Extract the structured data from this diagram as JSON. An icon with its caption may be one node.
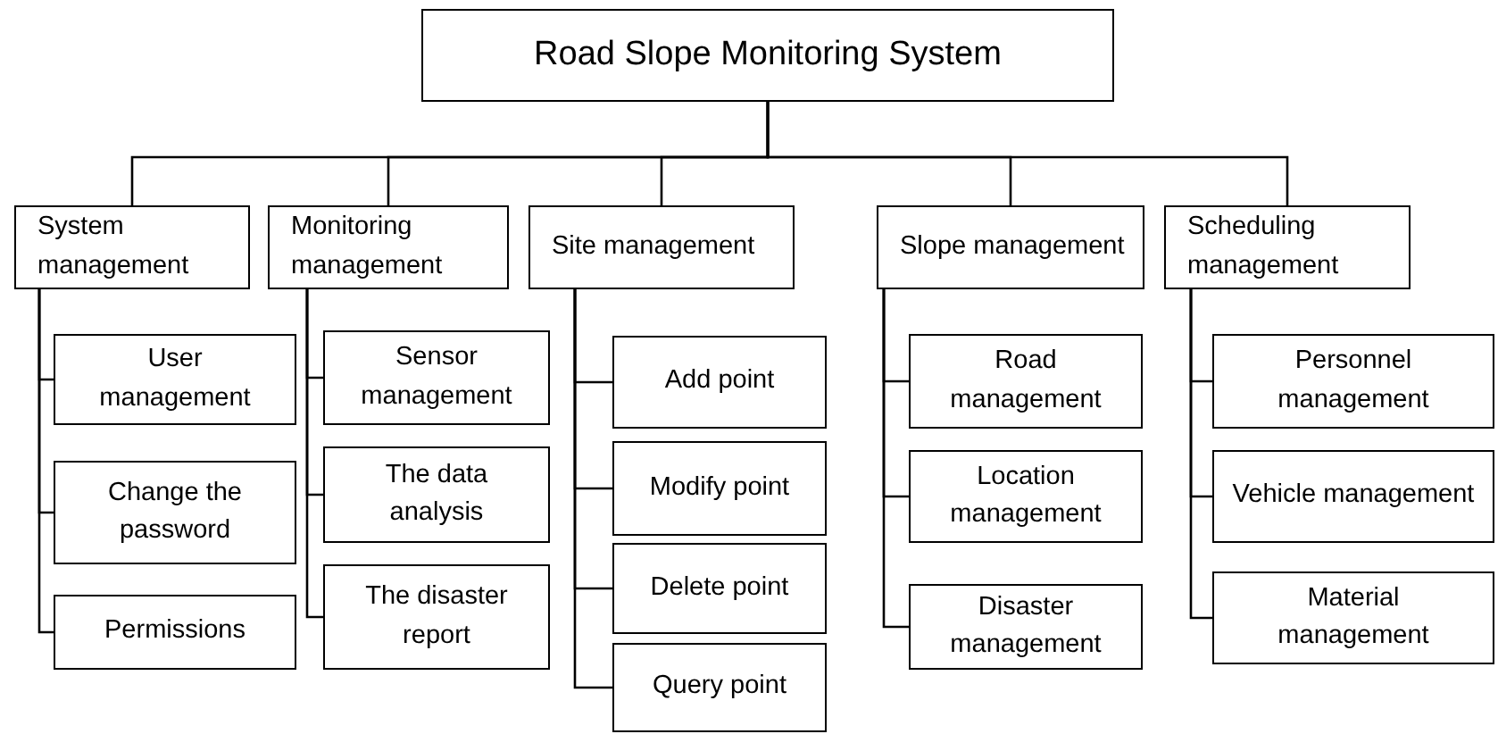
{
  "diagram": {
    "nodes": [
      {
        "text": [
          "Road Slope Monitoring System"
        ]
      },
      {
        "text": [
          "System management"
        ]
      },
      {
        "text": [
          "User management"
        ]
      },
      {
        "text": [
          "Change the password"
        ]
      },
      {
        "text": [
          "Permissions"
        ]
      },
      {
        "text": [
          "Monitoring management"
        ]
      },
      {
        "text": [
          "Sensor management"
        ]
      },
      {
        "text": [
          "The data analysis"
        ]
      },
      {
        "text": [
          "The disaster report"
        ]
      },
      {
        "text": [
          "Site management"
        ]
      },
      {
        "text": [
          "Add point"
        ]
      },
      {
        "text": [
          "Modify point"
        ]
      },
      {
        "text": [
          "Delete point"
        ]
      },
      {
        "text": [
          "Query point"
        ]
      },
      {
        "text": [
          "Slope management"
        ]
      },
      {
        "text": [
          "Road management"
        ]
      },
      {
        "text": [
          "Location management"
        ]
      },
      {
        "text": [
          "Disaster management"
        ]
      },
      {
        "text": [
          "Scheduling management"
        ]
      },
      {
        "text": [
          "Personnel management"
        ]
      },
      {
        "text": [
          "Vehicle management"
        ]
      },
      {
        "text": [
          "Material management"
        ]
      }
    ],
    "edges": [
      {
        "from": 0,
        "to": 1,
        "arrow": "none"
      },
      {
        "from": 0,
        "to": 5,
        "arrow": "none"
      },
      {
        "from": 0,
        "to": 9,
        "arrow": "none"
      },
      {
        "from": 0,
        "to": 14,
        "arrow": "none"
      },
      {
        "from": 0,
        "to": 18,
        "arrow": "none"
      },
      {
        "from": 1,
        "to": 2,
        "arrow": "none"
      },
      {
        "from": 1,
        "to": 3,
        "arrow": "none"
      },
      {
        "from": 1,
        "to": 4,
        "arrow": "none"
      },
      {
        "from": 5,
        "to": 6,
        "arrow": "none"
      },
      {
        "from": 5,
        "to": 7,
        "arrow": "none"
      },
      {
        "from": 5,
        "to": 8,
        "arrow": "none"
      },
      {
        "from": 9,
        "to": 10,
        "arrow": "none"
      },
      {
        "from": 9,
        "to": 11,
        "arrow": "none"
      },
      {
        "from": 9,
        "to": 12,
        "arrow": "none"
      },
      {
        "from": 9,
        "to": 13,
        "arrow": "none"
      },
      {
        "from": 14,
        "to": 15,
        "arrow": "none"
      },
      {
        "from": 14,
        "to": 16,
        "arrow": "none"
      },
      {
        "from": 14,
        "to": 17,
        "arrow": "none"
      },
      {
        "from": 18,
        "to": 19,
        "arrow": "none"
      },
      {
        "from": 18,
        "to": 20,
        "arrow": "none"
      },
      {
        "from": 18,
        "to": 21,
        "arrow": "none"
      }
    ]
  }
}
